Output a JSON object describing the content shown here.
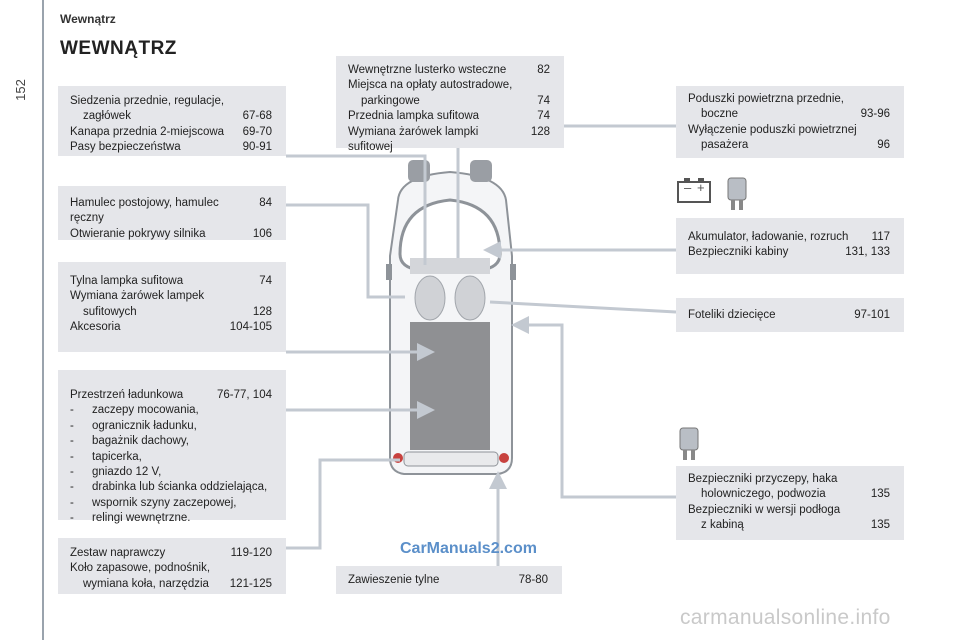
{
  "header": {
    "section": "Wewnątrz",
    "page_number": "152"
  },
  "title": "WEWNĄTRZ",
  "boxes": {
    "seats": [
      {
        "label": "Siedzenia przednie, regulacje,",
        "page": ""
      },
      {
        "label": "zagłówek",
        "page": "67-68",
        "indent": true
      },
      {
        "label": "Kanapa przednia 2-miejscowa",
        "page": "69-70"
      },
      {
        "label": "Pasy bezpieczeństwa",
        "page": "90-91"
      }
    ],
    "brake": [
      {
        "label": "Hamulec postojowy, hamulec ręczny",
        "page": "84"
      },
      {
        "label": "Otwieranie pokrywy silnika",
        "page": "106"
      }
    ],
    "rear_lamp": [
      {
        "label": "Tylna lampka sufitowa",
        "page": "74"
      },
      {
        "label": "Wymiana żarówek lampek",
        "page": ""
      },
      {
        "label": "sufitowych",
        "page": "128",
        "indent": true
      },
      {
        "label": "Akcesoria",
        "page": "104-105"
      }
    ],
    "cargo": {
      "heading": {
        "label": "Przestrzeń ładunkowa",
        "page": "76-77, 104"
      },
      "items": [
        "zaczepy mocowania,",
        "ogranicznik ładunku,",
        "bagażnik dachowy,",
        "tapicerka,",
        "gniazdo 12 V,",
        "drabinka lub ścianka oddzielająca,",
        "wspornik szyny zaczepowej,",
        "relingi wewnętrzne."
      ],
      "dash": "-"
    },
    "tools": [
      {
        "label": "Zestaw naprawczy",
        "page": "119-120"
      },
      {
        "label": "Koło zapasowe, podnośnik,",
        "page": ""
      },
      {
        "label": "wymiana koła, narzędzia",
        "page": "121-125",
        "indent": true
      }
    ],
    "mirror": [
      {
        "label": "Wewnętrzne lusterko wsteczne",
        "page": "82"
      },
      {
        "label": "Miejsca na opłaty autostradowe,",
        "page": ""
      },
      {
        "label": "parkingowe",
        "page": "74",
        "indent": true
      },
      {
        "label": "Przednia lampka sufitowa",
        "page": "74"
      },
      {
        "label": "Wymiana żarówek lampki sufitowej",
        "page": "128"
      }
    ],
    "suspension": [
      {
        "label": "Zawieszenie tylne",
        "page": "78-80"
      }
    ],
    "airbags": [
      {
        "label": "Poduszki powietrzna przednie,",
        "page": ""
      },
      {
        "label": "boczne",
        "page": "93-96",
        "indent": true
      },
      {
        "label": "Wyłączenie poduszki powietrznej",
        "page": ""
      },
      {
        "label": "pasażera",
        "page": "96",
        "indent": true
      }
    ],
    "battery": [
      {
        "label": "Akumulator, ładowanie, rozruch",
        "page": "117"
      },
      {
        "label": "Bezpieczniki kabiny",
        "page": "131, 133"
      }
    ],
    "child_seats": [
      {
        "label": "Foteliki dziecięce",
        "page": "97-101"
      }
    ],
    "trailer_fuses": [
      {
        "label": "Bezpieczniki przyczepy, haka",
        "page": ""
      },
      {
        "label": "holowniczego, podwozia",
        "page": "135",
        "indent": true
      },
      {
        "label": "Bezpieczniki w wersji podłoga",
        "page": ""
      },
      {
        "label": "z kabiną",
        "page": "135",
        "indent": true
      }
    ]
  },
  "battery_icon": {
    "minus": "–",
    "plus": "+"
  },
  "watermark": "CarManuals2.com",
  "footer_link": "carmanualsonline.info",
  "colors": {
    "box_bg": "#e5e6ea",
    "leader": "#c3c9d1",
    "van_outline": "#8e9399",
    "cargo_floor": "#8f9093"
  }
}
